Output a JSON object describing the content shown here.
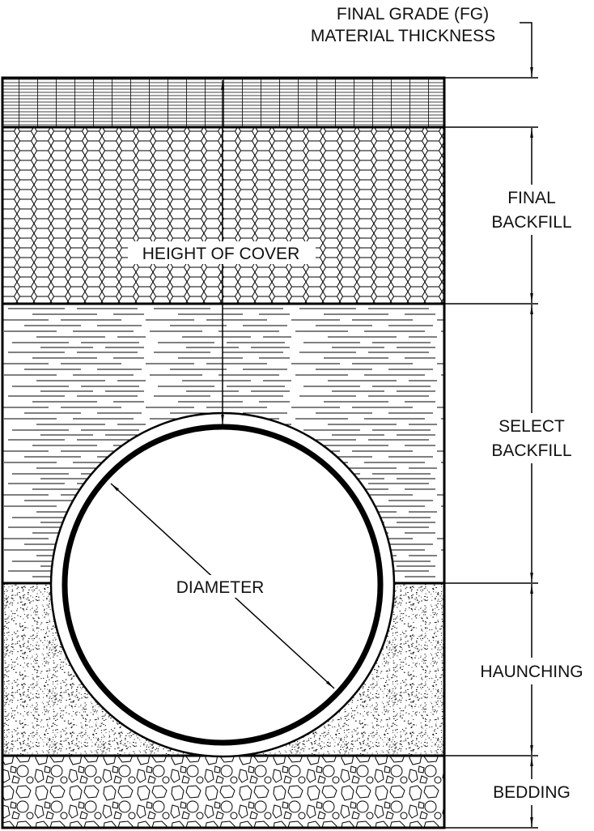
{
  "labels": {
    "fg_line1": "FINAL GRADE (FG)",
    "fg_line2": "MATERIAL THICKNESS",
    "final_backfill_line1": "FINAL",
    "final_backfill_line2": "BACKFILL",
    "select_backfill_line1": "SELECT",
    "select_backfill_line2": "BACKFILL",
    "haunching": "HAUNCHING",
    "bedding": "BEDDING",
    "height_of_cover": "HEIGHT OF COVER",
    "diameter": "DIAMETER"
  },
  "colors": {
    "line": "#000000",
    "background": "#ffffff"
  }
}
